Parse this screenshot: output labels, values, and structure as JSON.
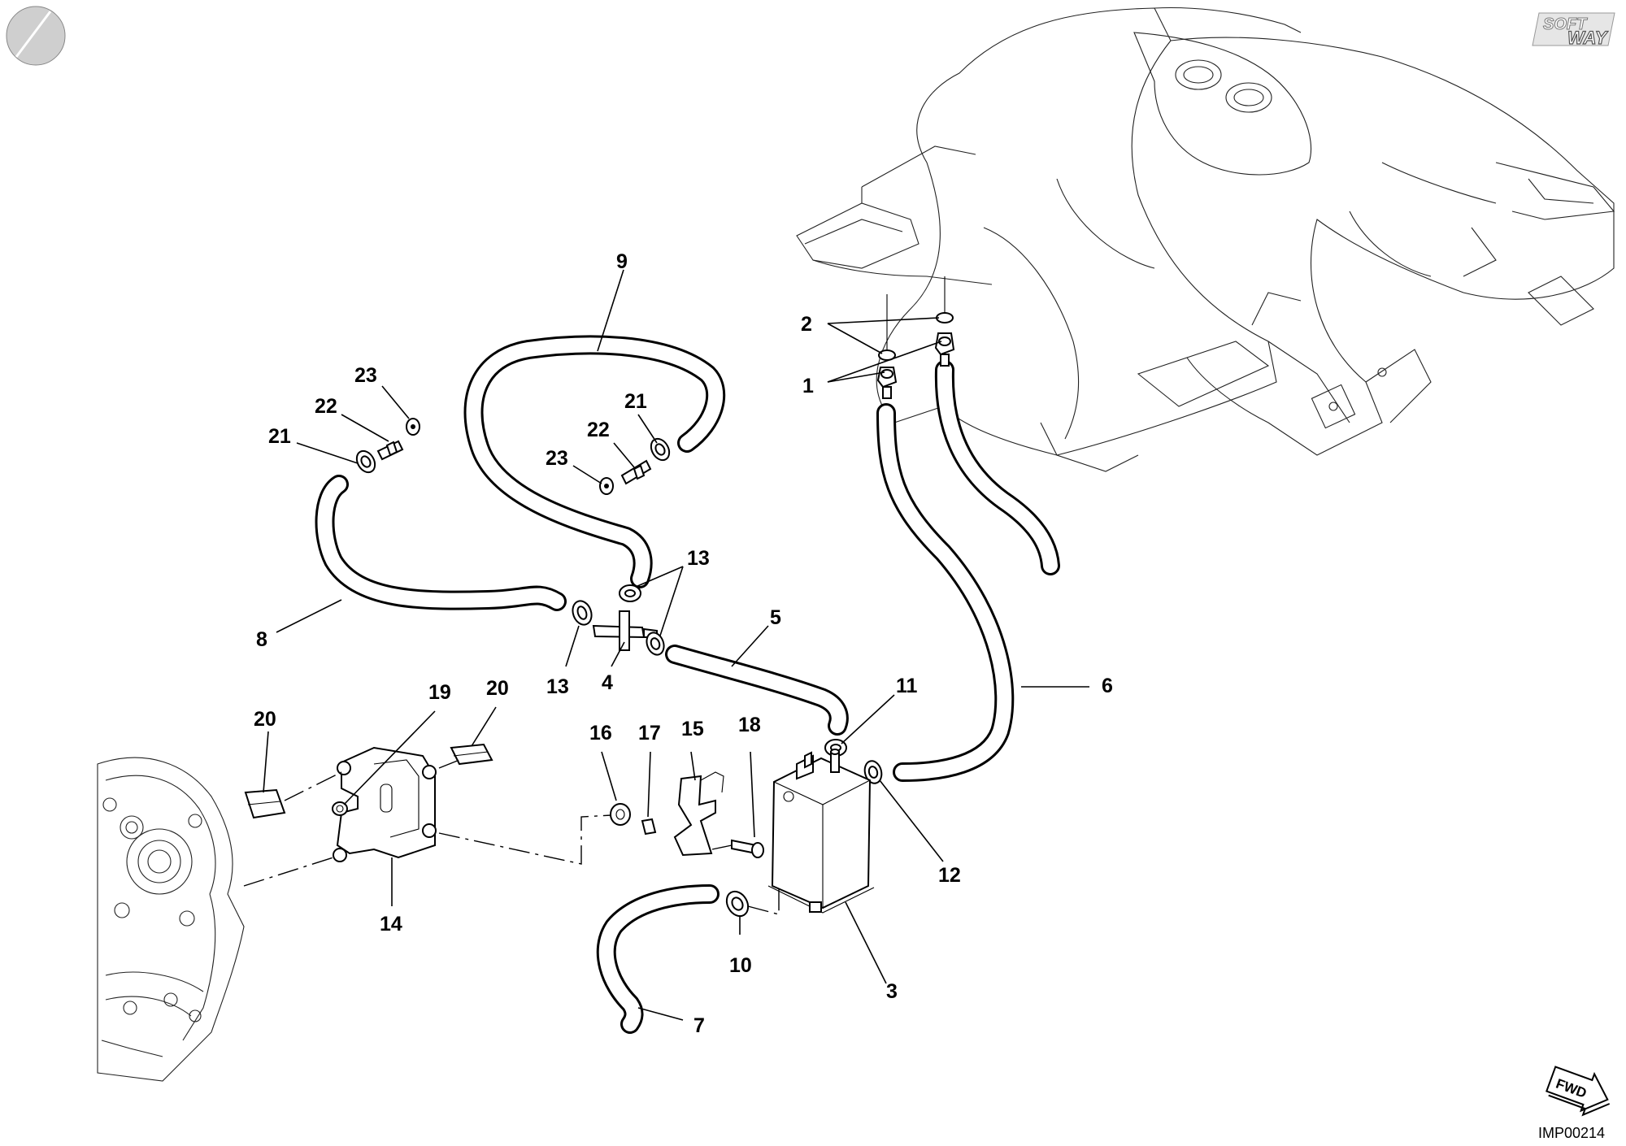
{
  "logo": {
    "line1": "SOFT",
    "line2": "WAY"
  },
  "image_ref": "IMP00214",
  "fwd_label": "FWD",
  "callouts": {
    "c1": "1",
    "c2": "2",
    "c3": "3",
    "c4": "4",
    "c5": "5",
    "c6": "6",
    "c7": "7",
    "c8": "8",
    "c9": "9",
    "c10": "10",
    "c11": "11",
    "c12": "12",
    "c13a": "13",
    "c13b": "13",
    "c14": "14",
    "c15": "15",
    "c16": "16",
    "c17": "17",
    "c18": "18",
    "c19": "19",
    "c20a": "20",
    "c20b": "20",
    "c21a": "21",
    "c21b": "21",
    "c22a": "22",
    "c22b": "22",
    "c23a": "23",
    "c23b": "23"
  },
  "colors": {
    "ink": "#000000",
    "background": "#ffffff"
  }
}
